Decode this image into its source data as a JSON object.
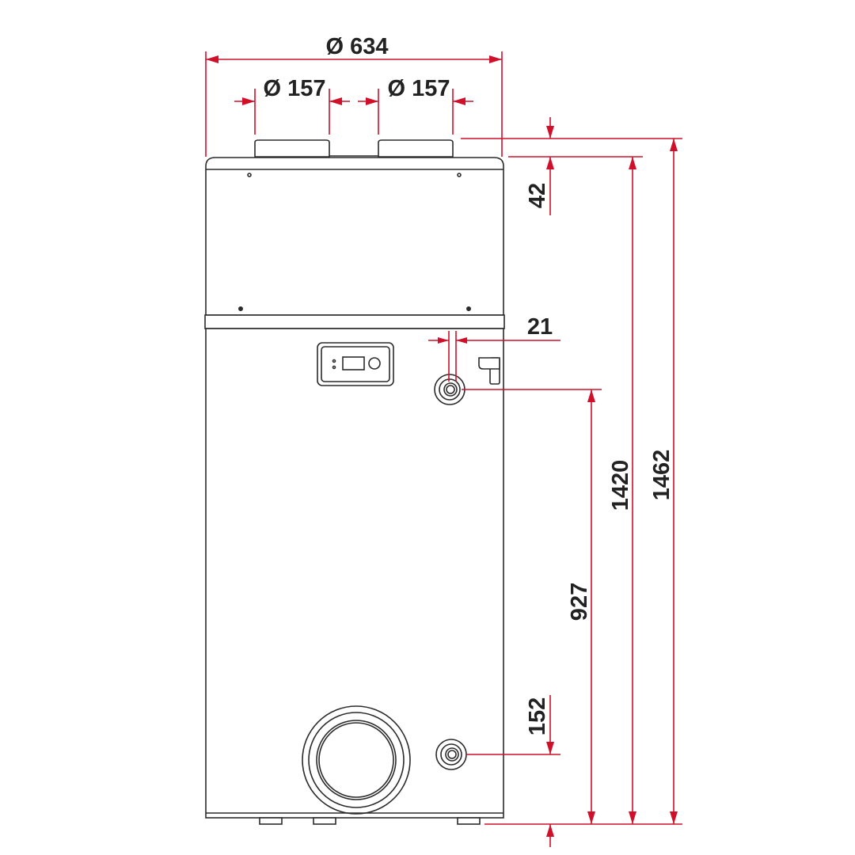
{
  "colors": {
    "dimension": "#d0102a",
    "outline": "#2b2b2b",
    "text": "#222222"
  },
  "dimensions": {
    "overall_diameter": "Ø 634",
    "left_duct_diameter": "Ø 157",
    "right_duct_diameter": "Ø 157",
    "top_offset": "42",
    "side_offset": "21",
    "upper_connection_height": "927",
    "base_to_top_height": "1420",
    "total_height": "1462",
    "lower_connection_height": "152"
  },
  "icons": {
    "control_panel": "control-panel-icon",
    "upper_pipe": "pipe-connection-icon",
    "lower_pipe": "pipe-connection-icon",
    "inspection_hatch": "inspection-hatch-icon",
    "valve": "valve-icon"
  }
}
